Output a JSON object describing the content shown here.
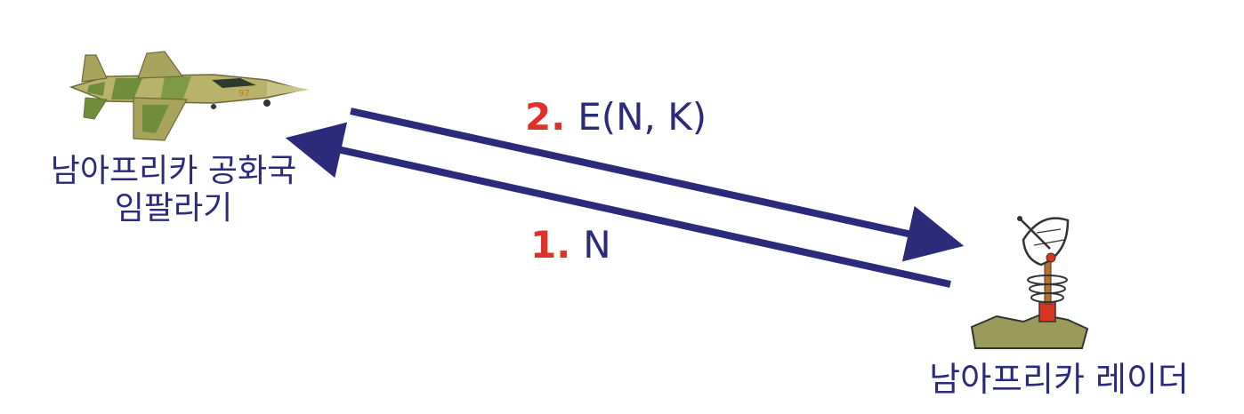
{
  "jet": {
    "label_line1": "남아프리카 공화국",
    "label_line2": "임팔라기",
    "tail_marking": "97"
  },
  "radar": {
    "label": "남아프리카 레이더"
  },
  "messages": [
    {
      "step": "1.",
      "text": "N",
      "direction": "radar-to-jet"
    },
    {
      "step": "2.",
      "text": "E(N, K)",
      "direction": "jet-to-radar"
    }
  ],
  "colors": {
    "arrow": "#2c2a7a",
    "step_number": "#e0302a",
    "label_text": "#2c2a7a"
  }
}
